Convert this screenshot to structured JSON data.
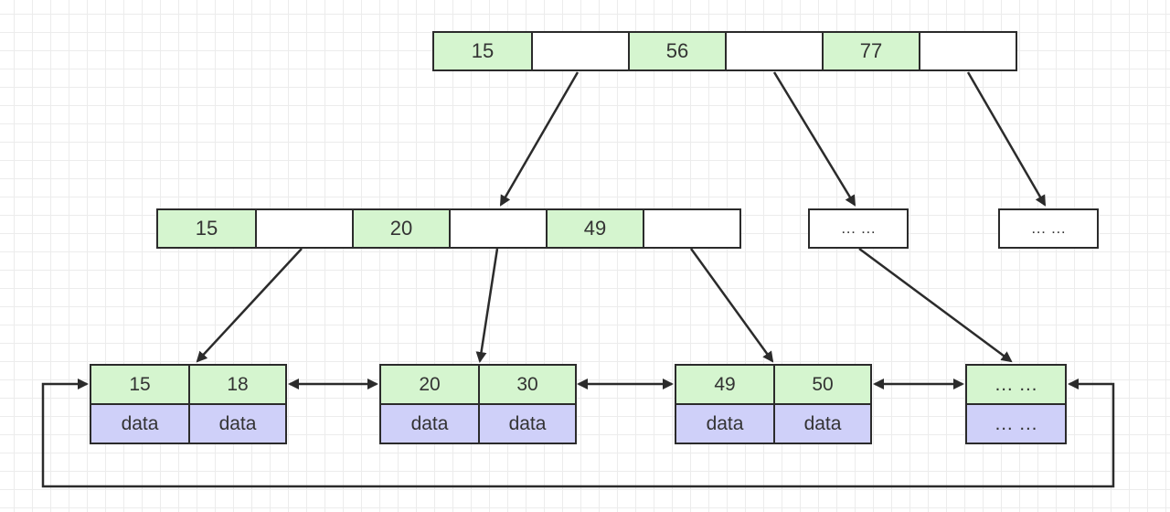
{
  "root": {
    "keys": [
      "15",
      "56",
      "77"
    ]
  },
  "internal": {
    "left": {
      "keys": [
        "15",
        "20",
        "49"
      ]
    },
    "middle": {
      "text": "… …"
    },
    "right": {
      "text": "… …"
    }
  },
  "leaves": [
    {
      "keys": [
        "15",
        "18"
      ],
      "data": [
        "data",
        "data"
      ]
    },
    {
      "keys": [
        "20",
        "30"
      ],
      "data": [
        "data",
        "data"
      ]
    },
    {
      "keys": [
        "49",
        "50"
      ],
      "data": [
        "data",
        "data"
      ]
    },
    {
      "keys": [
        "… …"
      ],
      "data": [
        "… …"
      ]
    }
  ],
  "colors": {
    "key_fill": "#d5f5cf",
    "data_fill": "#cfd0f9",
    "border": "#2b2b2b"
  }
}
